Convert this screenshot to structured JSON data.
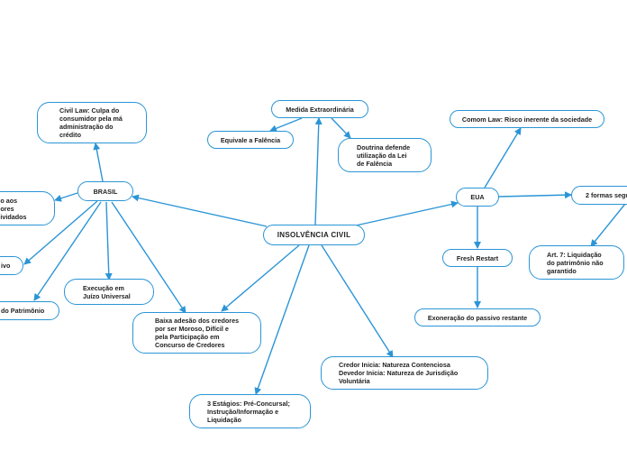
{
  "colors": {
    "line": "#2b95d6",
    "border": "#2b95d6",
    "text": "#222222"
  },
  "nodes": {
    "root": "INSOLVÊNCIA CIVIL",
    "brasil": "BRASIL",
    "civil_law": "Civil Law: Culpa do\nconsumidor pela má\nadministração do\ncrédito",
    "brasil_left1": "do aos\ndores\ndividados",
    "brasil_left2": "ivo",
    "brasil_left3": "do Patrimônio",
    "execucao": "Execução em\nJuízo Universal",
    "baixa_adesao": "Baixa adesão dos credores\npor ser Moroso, Difícil e\npela Participação em\nConcurso de Credores",
    "medida": "Medida Extraordinária",
    "equivale": "Equivale a Falência",
    "doutrina": "Doutrina defende\nutilização da Lei\nde Falência",
    "estagios": "3 Estágios: Pré-Concursal;\nInstrução/Informação e\nLiquidação",
    "credor": "Credor Inicia: Natureza Contenciosa\nDevedor Inicia: Natureza de Jurisdição\nVoluntária",
    "eua": "EUA",
    "common_law": "Comom Law: Risco inerente da sociedade",
    "duas_formas": "2 formas segu",
    "art7": "Art. 7: Liquidação\ndo patrimônio não\ngarantido",
    "fresh": "Fresh Restart",
    "exoneracao": "Exoneração do passivo restante"
  }
}
